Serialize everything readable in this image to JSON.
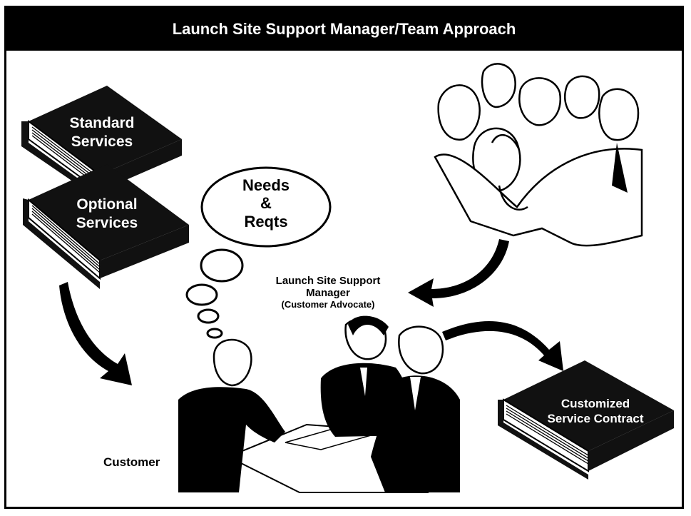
{
  "title": "Launch Site Support Manager/Team Approach",
  "books": {
    "standard": [
      "Standard",
      "Services"
    ],
    "optional": [
      "Optional",
      "Services"
    ],
    "contract": [
      "Customized",
      "Service Contract"
    ]
  },
  "thought_bubble": [
    "Needs",
    "&",
    "Reqts"
  ],
  "manager_label": [
    "Launch Site Support",
    "Manager",
    "(Customer Advocate)"
  ],
  "customer_label": "Customer"
}
